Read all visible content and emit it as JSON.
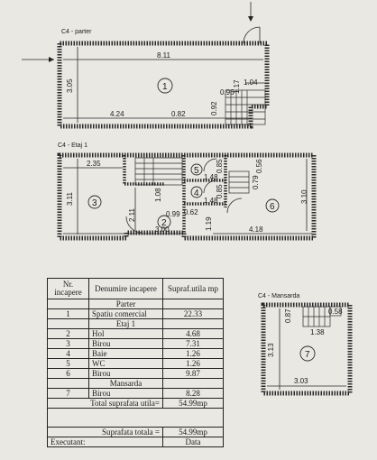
{
  "floors": {
    "parter_title": "C4 - parter",
    "etaj1_title": "C4 - Etaj 1",
    "mansarda_title": "C4 - Mansarda"
  },
  "dimensions": {
    "p_811": "8.11",
    "p_305": "3.05",
    "p_424": "4.24",
    "p_082": "0.82",
    "p_092": "0.92",
    "p_096": "0.96",
    "p_104": "1.04",
    "p_117": "1.17",
    "e_235": "2.35",
    "e_311": "3.11",
    "e_108": "1.08",
    "e_211": "2.11",
    "e_099": "0.99",
    "e_062": "0.62",
    "e_300": "3.00",
    "e_119": "1.19",
    "e_148a": "1.48",
    "e_148b": "1.48",
    "e_085a": "0.85",
    "e_085b": "0.85",
    "e_056": "0.56",
    "e_079": "0.79",
    "e_310": "3.10",
    "e_418": "4.18",
    "m_087": "0.87",
    "m_058": "0.58",
    "m_138": "1.38",
    "m_313": "3.13",
    "m_303": "3.03"
  },
  "rooms": {
    "r1": "1",
    "r2": "2",
    "r3": "3",
    "r4": "4",
    "r5": "5",
    "r6": "6",
    "r7": "7"
  },
  "table": {
    "h_nr": "Nr. incapere",
    "h_denumire": "Denumire incapere",
    "h_supraf": "Supraf.utila mp",
    "sec_parter": "Parter",
    "sec_etaj": "Etaj 1",
    "sec_mansarda": "Mansarda",
    "rows": [
      {
        "nr": "1",
        "name": "Spatiu comercial",
        "area": "22.33"
      },
      {
        "nr": "2",
        "name": "Hol",
        "area": "4.68"
      },
      {
        "nr": "3",
        "name": "Birou",
        "area": "7.31"
      },
      {
        "nr": "4",
        "name": "Baie",
        "area": "1.26"
      },
      {
        "nr": "5",
        "name": "WC",
        "area": "1.26"
      },
      {
        "nr": "6",
        "name": "Birou",
        "area": "9.87"
      },
      {
        "nr": "7",
        "name": "Birou",
        "area": "8.28"
      }
    ],
    "total_util_label": "Total suprafata utila=",
    "total_util_value": "54.99mp",
    "total_label": "Suprafata totala =",
    "total_value": "54.99mp",
    "executant": "Executant:",
    "data": "Data"
  }
}
